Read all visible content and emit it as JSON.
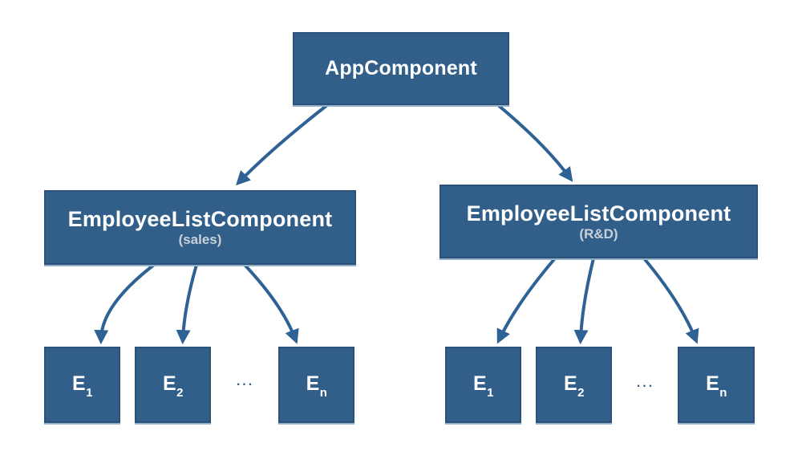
{
  "diagram": {
    "title_hint": "Angular component tree",
    "colors": {
      "bg": "#FFFFFF",
      "box": "#315F8A",
      "boxBorder": "#2A5278",
      "boxGlow": "#93B1CB",
      "arrow": "#2E6294",
      "title": "#FFFFFF",
      "subtitle": "#C7D1D9",
      "dots": "#315F8A"
    },
    "root": {
      "label": "AppComponent"
    },
    "groups": [
      {
        "label": "EmployeeListComponent",
        "subtitle": "(sales)",
        "ellipsis": "...",
        "children": [
          {
            "base": "E",
            "sub": "1"
          },
          {
            "base": "E",
            "sub": "2"
          },
          {
            "base": "E",
            "sub": "n"
          }
        ]
      },
      {
        "label": "EmployeeListComponent",
        "subtitle": "(R&D)",
        "ellipsis": "...",
        "children": [
          {
            "base": "E",
            "sub": "1"
          },
          {
            "base": "E",
            "sub": "2"
          },
          {
            "base": "E",
            "sub": "n"
          }
        ]
      }
    ],
    "edges": [
      {
        "from": "AppComponent",
        "to": "EmployeeListComponent (sales)"
      },
      {
        "from": "AppComponent",
        "to": "EmployeeListComponent (R&D)"
      },
      {
        "from": "EmployeeListComponent (sales)",
        "to": "E1"
      },
      {
        "from": "EmployeeListComponent (sales)",
        "to": "E2"
      },
      {
        "from": "EmployeeListComponent (sales)",
        "to": "En"
      },
      {
        "from": "EmployeeListComponent (R&D)",
        "to": "E1"
      },
      {
        "from": "EmployeeListComponent (R&D)",
        "to": "E2"
      },
      {
        "from": "EmployeeListComponent (R&D)",
        "to": "En"
      }
    ]
  }
}
